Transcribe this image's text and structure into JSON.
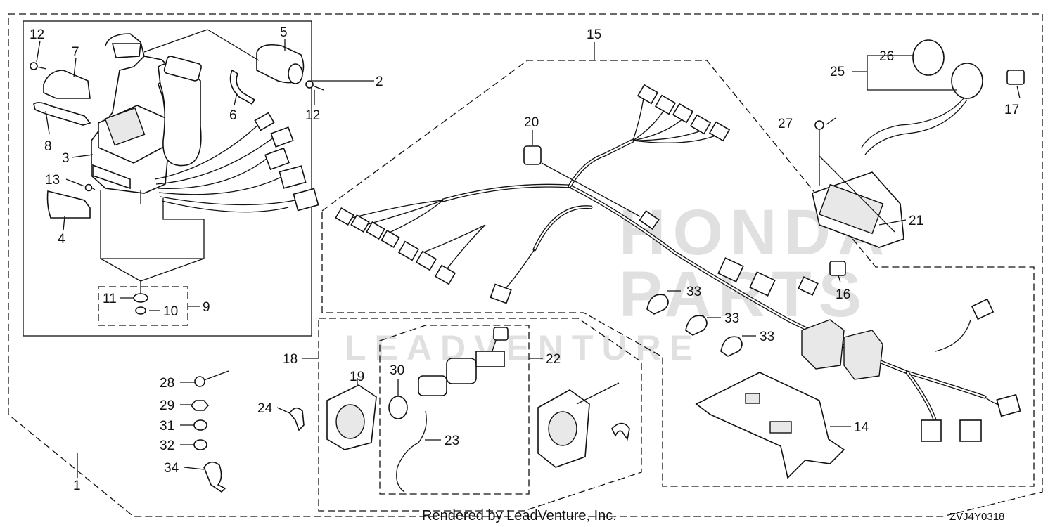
{
  "callouts": [
    {
      "id": "c1",
      "text": "1"
    },
    {
      "id": "c2",
      "text": "2"
    },
    {
      "id": "c3",
      "text": "3"
    },
    {
      "id": "c4",
      "text": "4"
    },
    {
      "id": "c5",
      "text": "5"
    },
    {
      "id": "c6",
      "text": "6"
    },
    {
      "id": "c7",
      "text": "7"
    },
    {
      "id": "c8",
      "text": "8"
    },
    {
      "id": "c9",
      "text": "9"
    },
    {
      "id": "c10",
      "text": "10"
    },
    {
      "id": "c11",
      "text": "11"
    },
    {
      "id": "c12a",
      "text": "12"
    },
    {
      "id": "c12b",
      "text": "12"
    },
    {
      "id": "c13",
      "text": "13"
    },
    {
      "id": "c14",
      "text": "14"
    },
    {
      "id": "c15",
      "text": "15"
    },
    {
      "id": "c16",
      "text": "16"
    },
    {
      "id": "c17",
      "text": "17"
    },
    {
      "id": "c18",
      "text": "18"
    },
    {
      "id": "c19",
      "text": "19"
    },
    {
      "id": "c20",
      "text": "20"
    },
    {
      "id": "c21",
      "text": "21"
    },
    {
      "id": "c22",
      "text": "22"
    },
    {
      "id": "c23",
      "text": "23"
    },
    {
      "id": "c24",
      "text": "24"
    },
    {
      "id": "c25",
      "text": "25"
    },
    {
      "id": "c26",
      "text": "26"
    },
    {
      "id": "c27",
      "text": "27"
    },
    {
      "id": "c28",
      "text": "28"
    },
    {
      "id": "c29",
      "text": "29"
    },
    {
      "id": "c30",
      "text": "30"
    },
    {
      "id": "c31",
      "text": "31"
    },
    {
      "id": "c32",
      "text": "32"
    },
    {
      "id": "c33a",
      "text": "33"
    },
    {
      "id": "c33b",
      "text": "33"
    },
    {
      "id": "c33c",
      "text": "33"
    },
    {
      "id": "c34",
      "text": "34"
    }
  ],
  "footer": {
    "credit": "Rendered by LeadVenture, Inc.",
    "diagram_code": "ZVJ4Y0318"
  },
  "watermark": {
    "line1": "HONDA",
    "line2": "PARTS",
    "line3": "LEADVENTURE"
  },
  "colors": {
    "ink": "#111111",
    "watermark": "#d9d9d9"
  }
}
